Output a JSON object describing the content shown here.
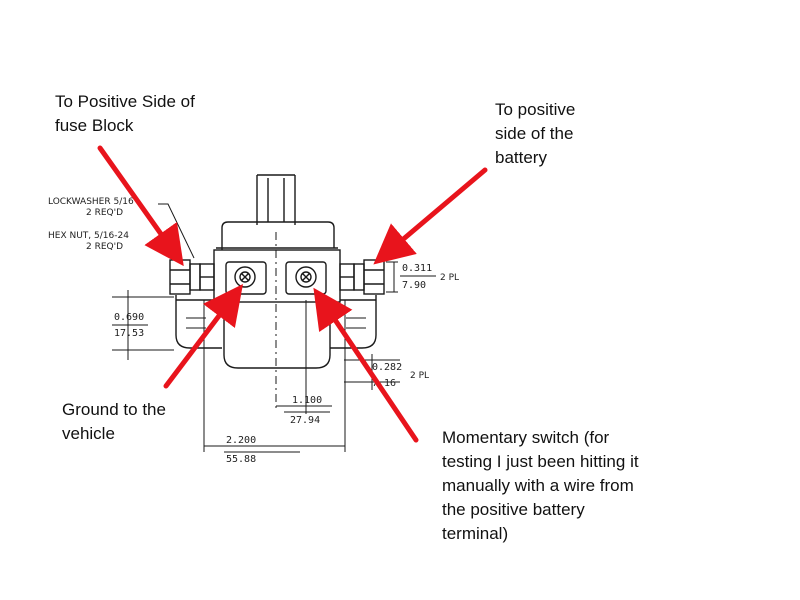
{
  "callouts": {
    "fuse_block": [
      "To Positive Side of",
      "fuse Block"
    ],
    "battery": [
      "To positive",
      "side of the",
      "battery"
    ],
    "ground": [
      "Ground to the",
      "vehicle"
    ],
    "switch": [
      "Momentary switch (for",
      "testing I just been hitting it",
      "manually with a wire from",
      "the positive battery",
      "terminal)"
    ]
  },
  "drawing_labels": {
    "lockwasher": "LOCKWASHER 5/16",
    "lockwasher_qty": "2 REQ'D",
    "hex_nut": "HEX NUT, 5/16-24",
    "hex_nut_qty": "2 REQ'D",
    "dim_311": "0.311",
    "dim_790": "7.90",
    "dim_2pl_top": "2 PL",
    "dim_690": "0.690",
    "dim_1753": "17.53",
    "dim_282": "0.282",
    "dim_716": "7.16",
    "dim_2pl_bottom": "2 PL",
    "dim_1100": "1.100",
    "dim_2794": "27.94",
    "dim_2200": "2.200",
    "dim_5588": "55.88"
  },
  "colors": {
    "arrow": "#e8141c",
    "line": "#1a1a1a"
  }
}
